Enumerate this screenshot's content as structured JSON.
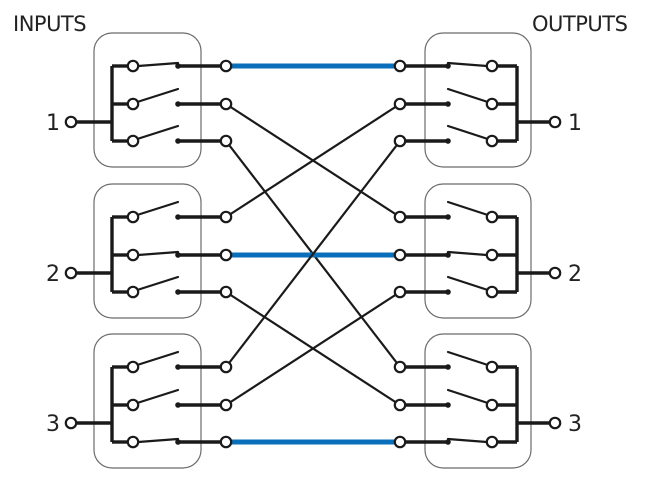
{
  "diagram": {
    "title_left": "INPUTS",
    "title_right": "OUTPUTS",
    "inputs": [
      {
        "label": "1",
        "switches": [
          "closed",
          "open",
          "open"
        ]
      },
      {
        "label": "2",
        "switches": [
          "open",
          "closed",
          "open"
        ]
      },
      {
        "label": "3",
        "switches": [
          "open",
          "open",
          "closed"
        ]
      }
    ],
    "outputs": [
      {
        "label": "1",
        "switches": [
          "closed",
          "open",
          "open"
        ]
      },
      {
        "label": "2",
        "switches": [
          "open",
          "closed",
          "open"
        ]
      },
      {
        "label": "3",
        "switches": [
          "open",
          "open",
          "closed"
        ]
      }
    ],
    "connections": [
      {
        "from_input": 1,
        "from_pole": 1,
        "to_output": 1,
        "to_pole": 1,
        "active": true
      },
      {
        "from_input": 1,
        "from_pole": 2,
        "to_output": 2,
        "to_pole": 1,
        "active": false
      },
      {
        "from_input": 1,
        "from_pole": 3,
        "to_output": 3,
        "to_pole": 1,
        "active": false
      },
      {
        "from_input": 2,
        "from_pole": 1,
        "to_output": 1,
        "to_pole": 2,
        "active": false
      },
      {
        "from_input": 2,
        "from_pole": 2,
        "to_output": 2,
        "to_pole": 2,
        "active": true
      },
      {
        "from_input": 2,
        "from_pole": 3,
        "to_output": 3,
        "to_pole": 2,
        "active": false
      },
      {
        "from_input": 3,
        "from_pole": 1,
        "to_output": 1,
        "to_pole": 3,
        "active": false
      },
      {
        "from_input": 3,
        "from_pole": 2,
        "to_output": 2,
        "to_pole": 3,
        "active": false
      },
      {
        "from_input": 3,
        "from_pole": 3,
        "to_output": 3,
        "to_pole": 3,
        "active": true
      }
    ],
    "colors": {
      "active_path": "#0a6fba",
      "wire": "#1a1a1a",
      "box_border": "#6b6b6b"
    }
  }
}
